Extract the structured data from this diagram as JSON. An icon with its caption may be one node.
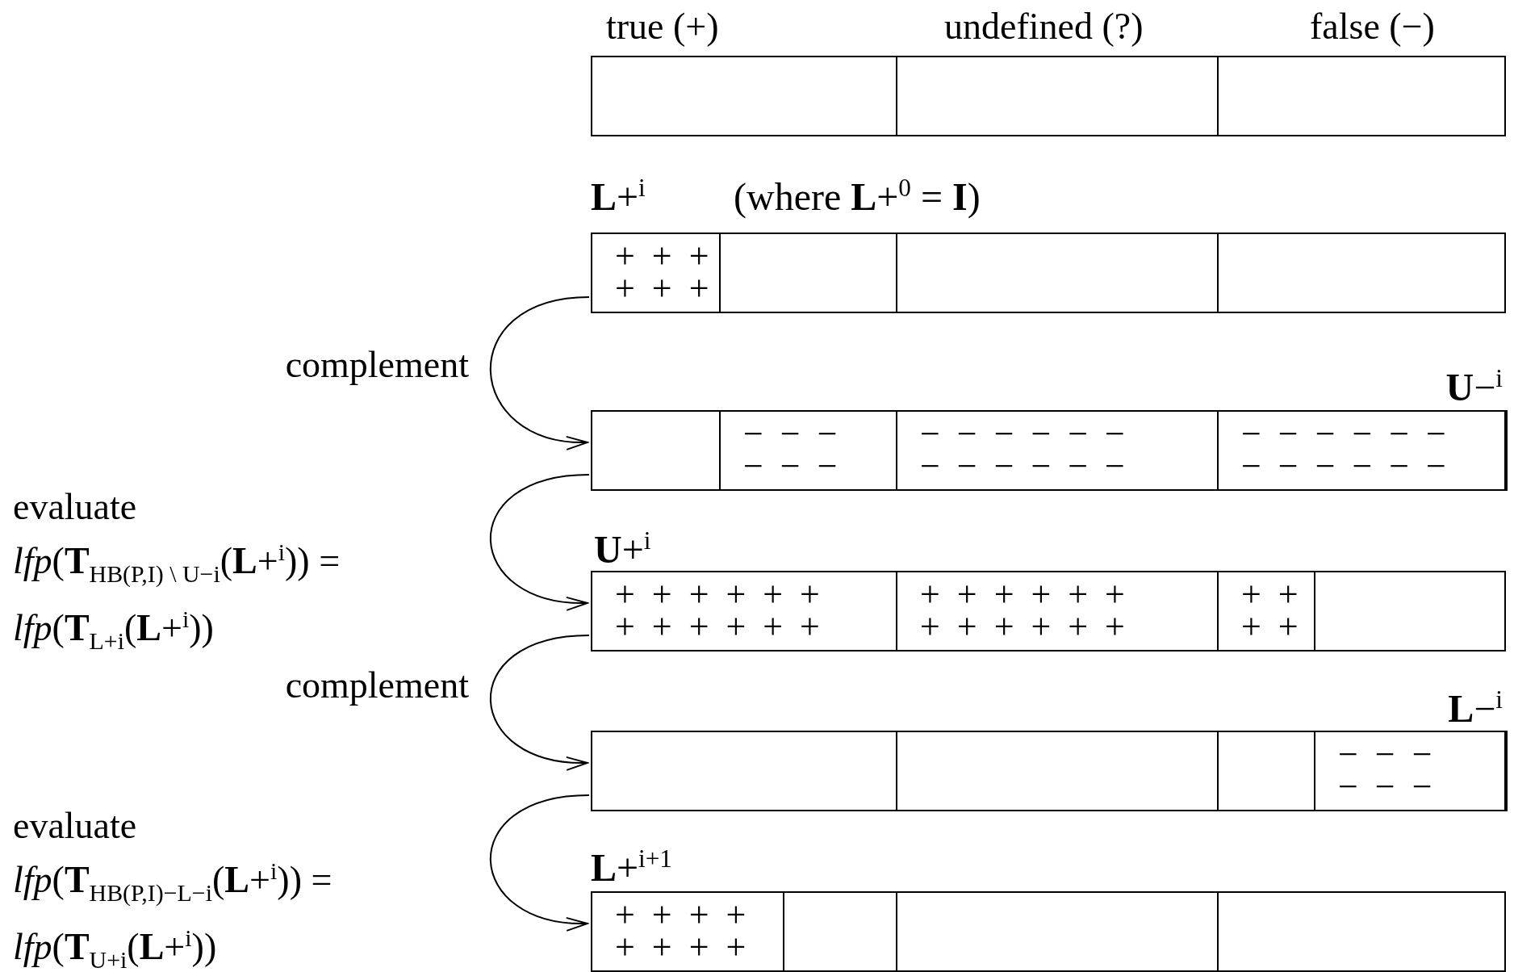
{
  "diagram": {
    "nodes": [
      {
        "text": [],
        "shape": "bar"
      },
      {
        "text": [
          "**L**+$^{i}$",
          "(where **L**+$^{0}$ = **I**)"
        ]
      },
      {
        "text": [
          "+ + + + + +"
        ],
        "in": 1
      },
      {
        "text": [
          "**U**−$^{i}$"
        ]
      },
      {
        "text": [
          "− − − − − −"
        ],
        "in": 3
      },
      {
        "text": [
          "− − − − − − − − − − − −"
        ],
        "in": 3
      },
      {
        "text": [
          "− − − − − − − − − − − −"
        ],
        "in": 3
      },
      {
        "text": [
          "**U**+$^{i}$"
        ]
      },
      {
        "text": [
          "+ + + + + + + + + + + +"
        ],
        "in": 7
      },
      {
        "text": [
          "+ + + + + + + + + + + +"
        ],
        "in": 7
      },
      {
        "text": [
          "+ + + +"
        ],
        "in": 7
      },
      {
        "text": [
          "**L**−$^{i}$"
        ]
      },
      {
        "text": [
          "− − − − − −"
        ],
        "in": 11
      },
      {
        "text": [
          "**L**+$^{i+1}$"
        ]
      },
      {
        "text": [
          "+ + + + + + + +"
        ],
        "in": 13
      }
    ],
    "edges": [
      {
        "from": 1,
        "to": 3,
        "arrow": "to",
        "label": "complement"
      },
      {
        "from": 3,
        "to": 7,
        "arrow": "to",
        "label": "evaluate *lfp*(**T**$_{HB(P,I) \\ U−i}$(**L**+$^{i}$)) = *lfp*(**T**$_{L+i}$(**L**+$^{i}$))"
      },
      {
        "from": 7,
        "to": 11,
        "arrow": "to",
        "label": "complement"
      },
      {
        "from": 11,
        "to": 13,
        "arrow": "to",
        "label": "evaluate *lfp*(**T**$_{HB(P,I)−L−i}$(**L**+$^{i}$)) = *lfp*(**T**$_{U+i}$(**L**+$^{i}$))"
      }
    ],
    "labels": [
      "true (+)",
      "undefined (?)",
      "false (−)"
    ]
  }
}
